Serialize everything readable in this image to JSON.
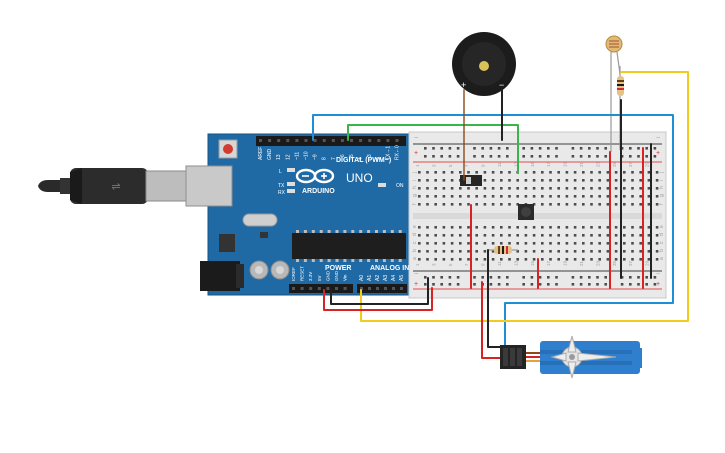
{
  "arduino": {
    "model": "UNO",
    "brand": "ARDUINO",
    "digital_header_label": "DIGITAL (PWM~)",
    "analog_header_label": "ANALOG IN",
    "power_header_label": "POWER",
    "led_labels": [
      "L",
      "TX",
      "RX"
    ],
    "on_label": "ON",
    "digital_pin_labels": [
      "AREF",
      "GND",
      "13",
      "12",
      "~11",
      "~10",
      "~9",
      "8",
      "7",
      "~6",
      "~5",
      "4",
      "~3",
      "2",
      "TX→1",
      "RX←0"
    ],
    "power_pin_labels": [
      "IOREF",
      "RESET",
      "3.3V",
      "5V",
      "GND",
      "GND",
      "Vin"
    ],
    "analog_pin_labels": [
      "A0",
      "A1",
      "A2",
      "A3",
      "A4",
      "A5"
    ]
  },
  "breadboard": {
    "rail_plus": "+",
    "rail_minus": "−",
    "row_letters_top": [
      "j",
      "i",
      "h",
      "g",
      "f"
    ],
    "row_letters_bottom": [
      "e",
      "d",
      "c",
      "b",
      "a"
    ],
    "column_numbers": [
      "1",
      "3",
      "5",
      "7",
      "9",
      "11",
      "13",
      "15",
      "17",
      "19",
      "21",
      "23",
      "25",
      "27",
      "29"
    ]
  },
  "buzzer": {
    "plus": "+",
    "minus": "−"
  },
  "colors": {
    "pcb": "#1f6aa5",
    "wire_blue": "#1e8fd4",
    "wire_green": "#3bb44a",
    "wire_yellow": "#f2cc1c",
    "wire_red": "#d72323",
    "wire_black": "#222222",
    "servo": "#2f7fce"
  }
}
